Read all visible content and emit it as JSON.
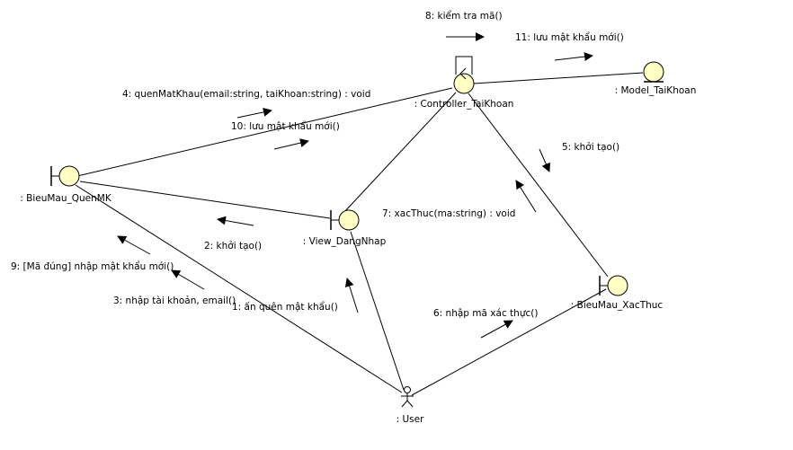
{
  "diagram": {
    "type": "UML communication diagram",
    "colors": {
      "object_fill": "#ffffc4",
      "stroke": "#000000",
      "background": "#ffffff"
    },
    "objects": {
      "controller": {
        "label": ": Controller_TaiKhoan",
        "kind": "control"
      },
      "model": {
        "label": ": Model_TaiKhoan",
        "kind": "entity"
      },
      "quenmk": {
        "label": ": BieuMau_QuenMK",
        "kind": "boundary"
      },
      "dangnhap": {
        "label": ": View_DangNhap",
        "kind": "boundary"
      },
      "xacthuc": {
        "label": ": BieuMau_XacThuc",
        "kind": "boundary"
      },
      "user": {
        "label": ": User",
        "kind": "actor"
      }
    },
    "messages": [
      {
        "id": "m1",
        "text": "1: ấn quên mật khẩu()"
      },
      {
        "id": "m2",
        "text": "2: khởi tạo()"
      },
      {
        "id": "m3",
        "text": "3: nhập tài khoản, email()"
      },
      {
        "id": "m4",
        "text": "4: quenMatKhau(email:string, taiKhoan:string) : void"
      },
      {
        "id": "m5",
        "text": "5: khởi tạo()"
      },
      {
        "id": "m6",
        "text": "6: nhập mã xác thực()"
      },
      {
        "id": "m7",
        "text": "7: xacThuc(ma:string) : void"
      },
      {
        "id": "m8",
        "text": "8: kiểm tra mã()"
      },
      {
        "id": "m9",
        "text": "9: [Mã đúng] nhập mật khẩu mới()"
      },
      {
        "id": "m10",
        "text": "10: lưu mật khẩu mới()"
      },
      {
        "id": "m11",
        "text": "11: lưu mật khẩu mới()"
      }
    ]
  }
}
